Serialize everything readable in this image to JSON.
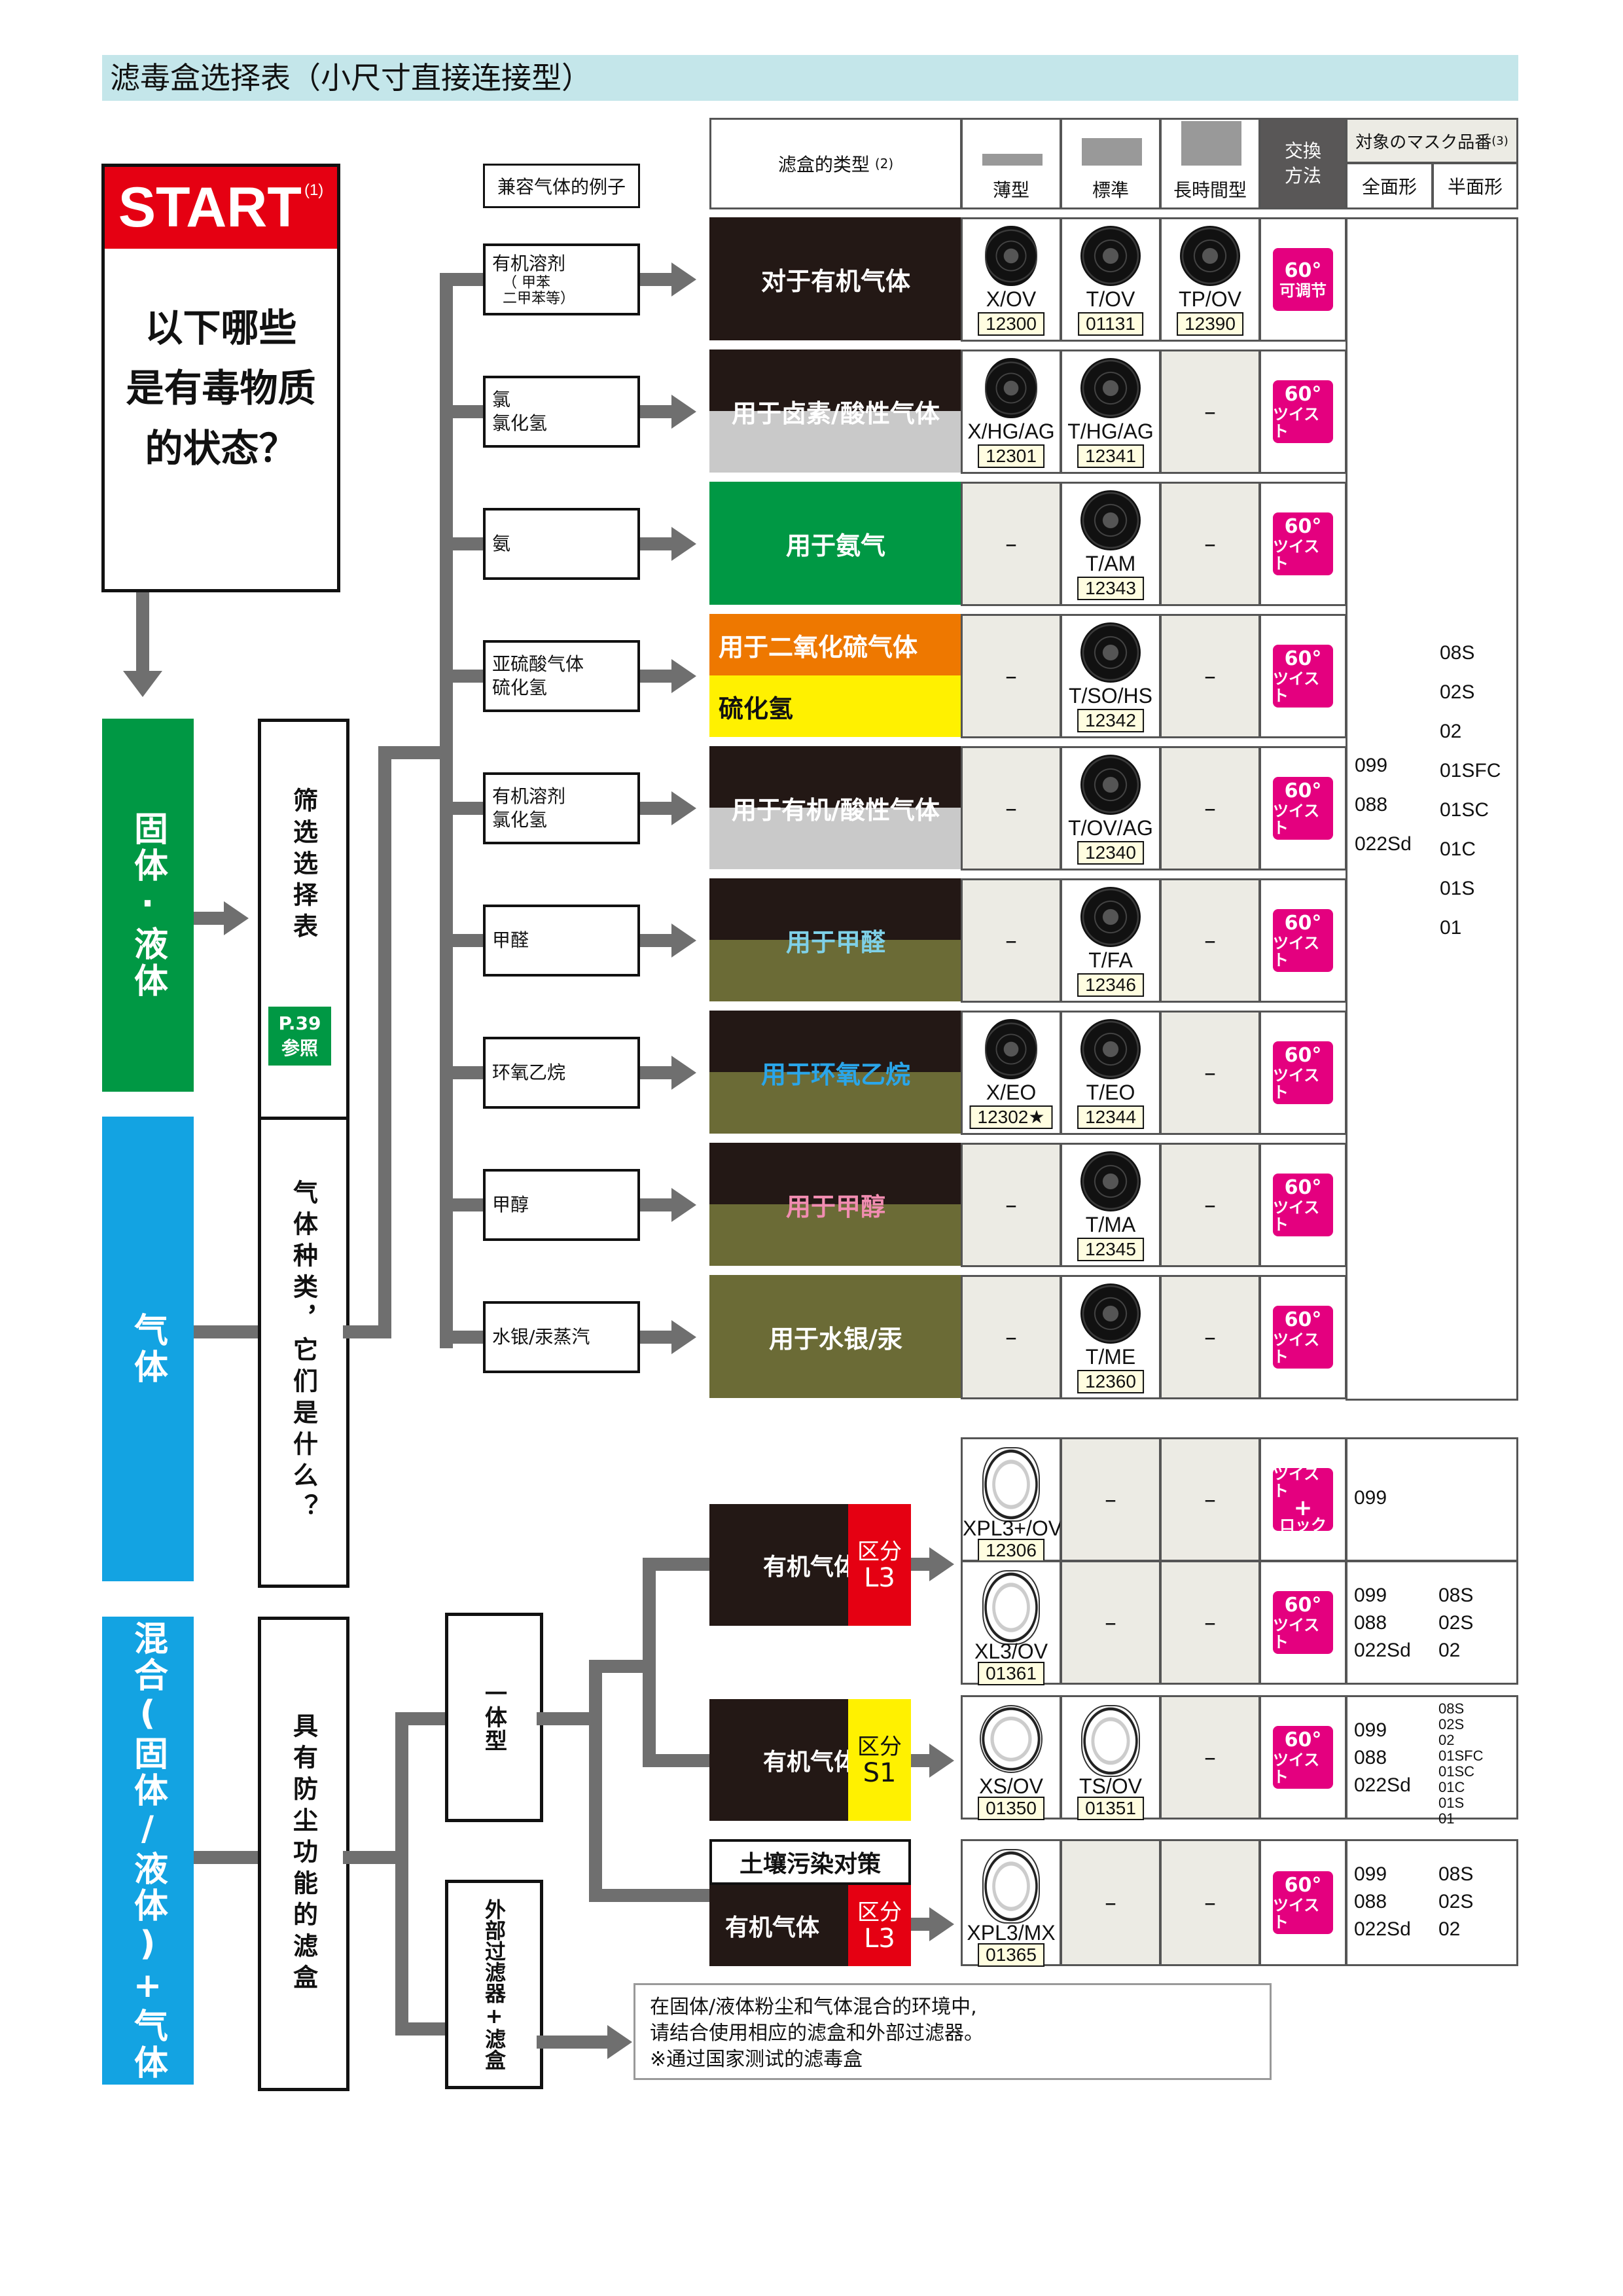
{
  "title": "滤毒盒选择表（小尺寸直接连接型）",
  "start": {
    "label": "START",
    "note": "(1)",
    "question_lines": [
      "以下哪些",
      "是有毒物质",
      "的状态？"
    ]
  },
  "states": {
    "solid": "固体·液体",
    "gas": "气体",
    "mixed": "混合(固体/液体)+气体"
  },
  "boxes": {
    "filter_table": "筛选选择表",
    "ref_page": "P.39",
    "ref_label": "参照",
    "gas_type": "气体种类，它们是什么？",
    "dust_filter": "具有防尘功能的滤盒",
    "one_piece": "一体型",
    "external_filter_1": "外部过滤器",
    "external_filter_2": "+",
    "external_filter_3": "滤盒"
  },
  "header": {
    "compatible_gas": "兼容气体的例子",
    "filter_type": "滤盒的类型",
    "filter_type_note": "(2)",
    "thin": "薄型",
    "standard": "標準",
    "long": "長時間型",
    "exchange_1": "交換",
    "exchange_2": "方法",
    "mask_title": "対象のマスク品番",
    "mask_note": "(3)",
    "full_face": "全面形",
    "half_face": "半面形"
  },
  "rows": [
    {
      "example": [
        "有机溶剂",
        "（ 甲苯",
        "二甲苯等）"
      ],
      "category": "对于有机气体",
      "thin": {
        "name": "X/OV",
        "num": "12300"
      },
      "std": {
        "name": "T/OV",
        "num": "01131"
      },
      "long": {
        "name": "TP/OV",
        "num": "12390"
      },
      "exchange": "可调节"
    },
    {
      "example": [
        "氯",
        "氯化氢"
      ],
      "category": "用于卤素/酸性气体",
      "thin": {
        "name": "X/HG/AG",
        "num": "12301"
      },
      "std": {
        "name": "T/HG/AG",
        "num": "12341"
      },
      "long": "–",
      "exchange": "ツイスト"
    },
    {
      "example": [
        "氨"
      ],
      "category": "用于氨气",
      "thin": "–",
      "std": {
        "name": "T/AM",
        "num": "12343"
      },
      "long": "–",
      "exchange": "ツイスト"
    },
    {
      "example": [
        "亚硫酸气体",
        "硫化氢"
      ],
      "category": "用于二氧化硫气体",
      "category_2": "硫化氢",
      "thin": "–",
      "std": {
        "name": "T/SO/HS",
        "num": "12342"
      },
      "long": "–",
      "exchange": "ツイスト"
    },
    {
      "example": [
        "有机溶剂",
        "氯化氢"
      ],
      "category": "用于有机/酸性气体",
      "thin": "–",
      "std": {
        "name": "T/OV/AG",
        "num": "12340"
      },
      "long": "–",
      "exchange": "ツイスト"
    },
    {
      "example": [
        "甲醛"
      ],
      "category": "用于甲醛",
      "thin": "–",
      "std": {
        "name": "T/FA",
        "num": "12346"
      },
      "long": "–",
      "exchange": "ツイスト"
    },
    {
      "example": [
        "环氧乙烷"
      ],
      "category": "用于环氧乙烷",
      "thin": {
        "name": "X/EO",
        "num": "12302★"
      },
      "std": {
        "name": "T/EO",
        "num": "12344"
      },
      "long": "–",
      "exchange": "ツイスト"
    },
    {
      "example": [
        "甲醇"
      ],
      "category": "用于甲醇",
      "thin": "–",
      "std": {
        "name": "T/MA",
        "num": "12345"
      },
      "long": "–",
      "exchange": "ツイスト"
    },
    {
      "example": [
        "水银/汞蒸汽"
      ],
      "category": "用于水银/汞",
      "thin": "–",
      "std": {
        "name": "T/ME",
        "num": "12360"
      },
      "long": "–",
      "exchange": "ツイスト"
    }
  ],
  "gas_masks": {
    "full": [
      "099",
      "088",
      "022Sd"
    ],
    "half": [
      "08S",
      "02S",
      "02",
      "01SFC",
      "01SC",
      "01C",
      "01S",
      "01"
    ]
  },
  "lower": {
    "organic_gas": "有机气体",
    "kubun": "区分",
    "l3": "L3",
    "s1": "S1",
    "soil": "土壤污染对策",
    "r1": {
      "name": "XPL3+/OV",
      "num": "12306",
      "exchange_1": "ツイスト",
      "exchange_2": "+",
      "exchange_3": "ロック",
      "full": [
        "099"
      ],
      "half": []
    },
    "r2": {
      "name": "XL3/OV",
      "num": "01361",
      "full": [
        "099",
        "088",
        "022Sd"
      ],
      "half": [
        "08S",
        "02S",
        "02"
      ]
    },
    "r3": {
      "name1": "XS/OV",
      "num1": "01350",
      "name2": "TS/OV",
      "num2": "01351",
      "full": [
        "099",
        "088",
        "022Sd"
      ],
      "half": [
        "08S",
        "02S",
        "02",
        "01SFC",
        "01SC",
        "01C",
        "01S",
        "01"
      ]
    },
    "r4": {
      "name": "XPL3/MX",
      "num": "01365",
      "full": [
        "099",
        "088",
        "022Sd"
      ],
      "half": [
        "08S",
        "02S",
        "02"
      ]
    },
    "dash": "–",
    "sixty": "60°",
    "twist": "ツイスト"
  },
  "note": [
    "在固体/液体粉尘和气体混合的环境中,",
    "请结合使用相应的滤盒和外部过滤器。",
    "※通过国家测试的滤毒盒"
  ],
  "colors": {
    "title_bg": "#c4e6ea",
    "start_red": "#e50012",
    "solid_green": "#009844",
    "gas_blue": "#13a3e2",
    "badge_pink": "#e4007f",
    "dark": "#231815",
    "olive": "#6b6b36"
  }
}
